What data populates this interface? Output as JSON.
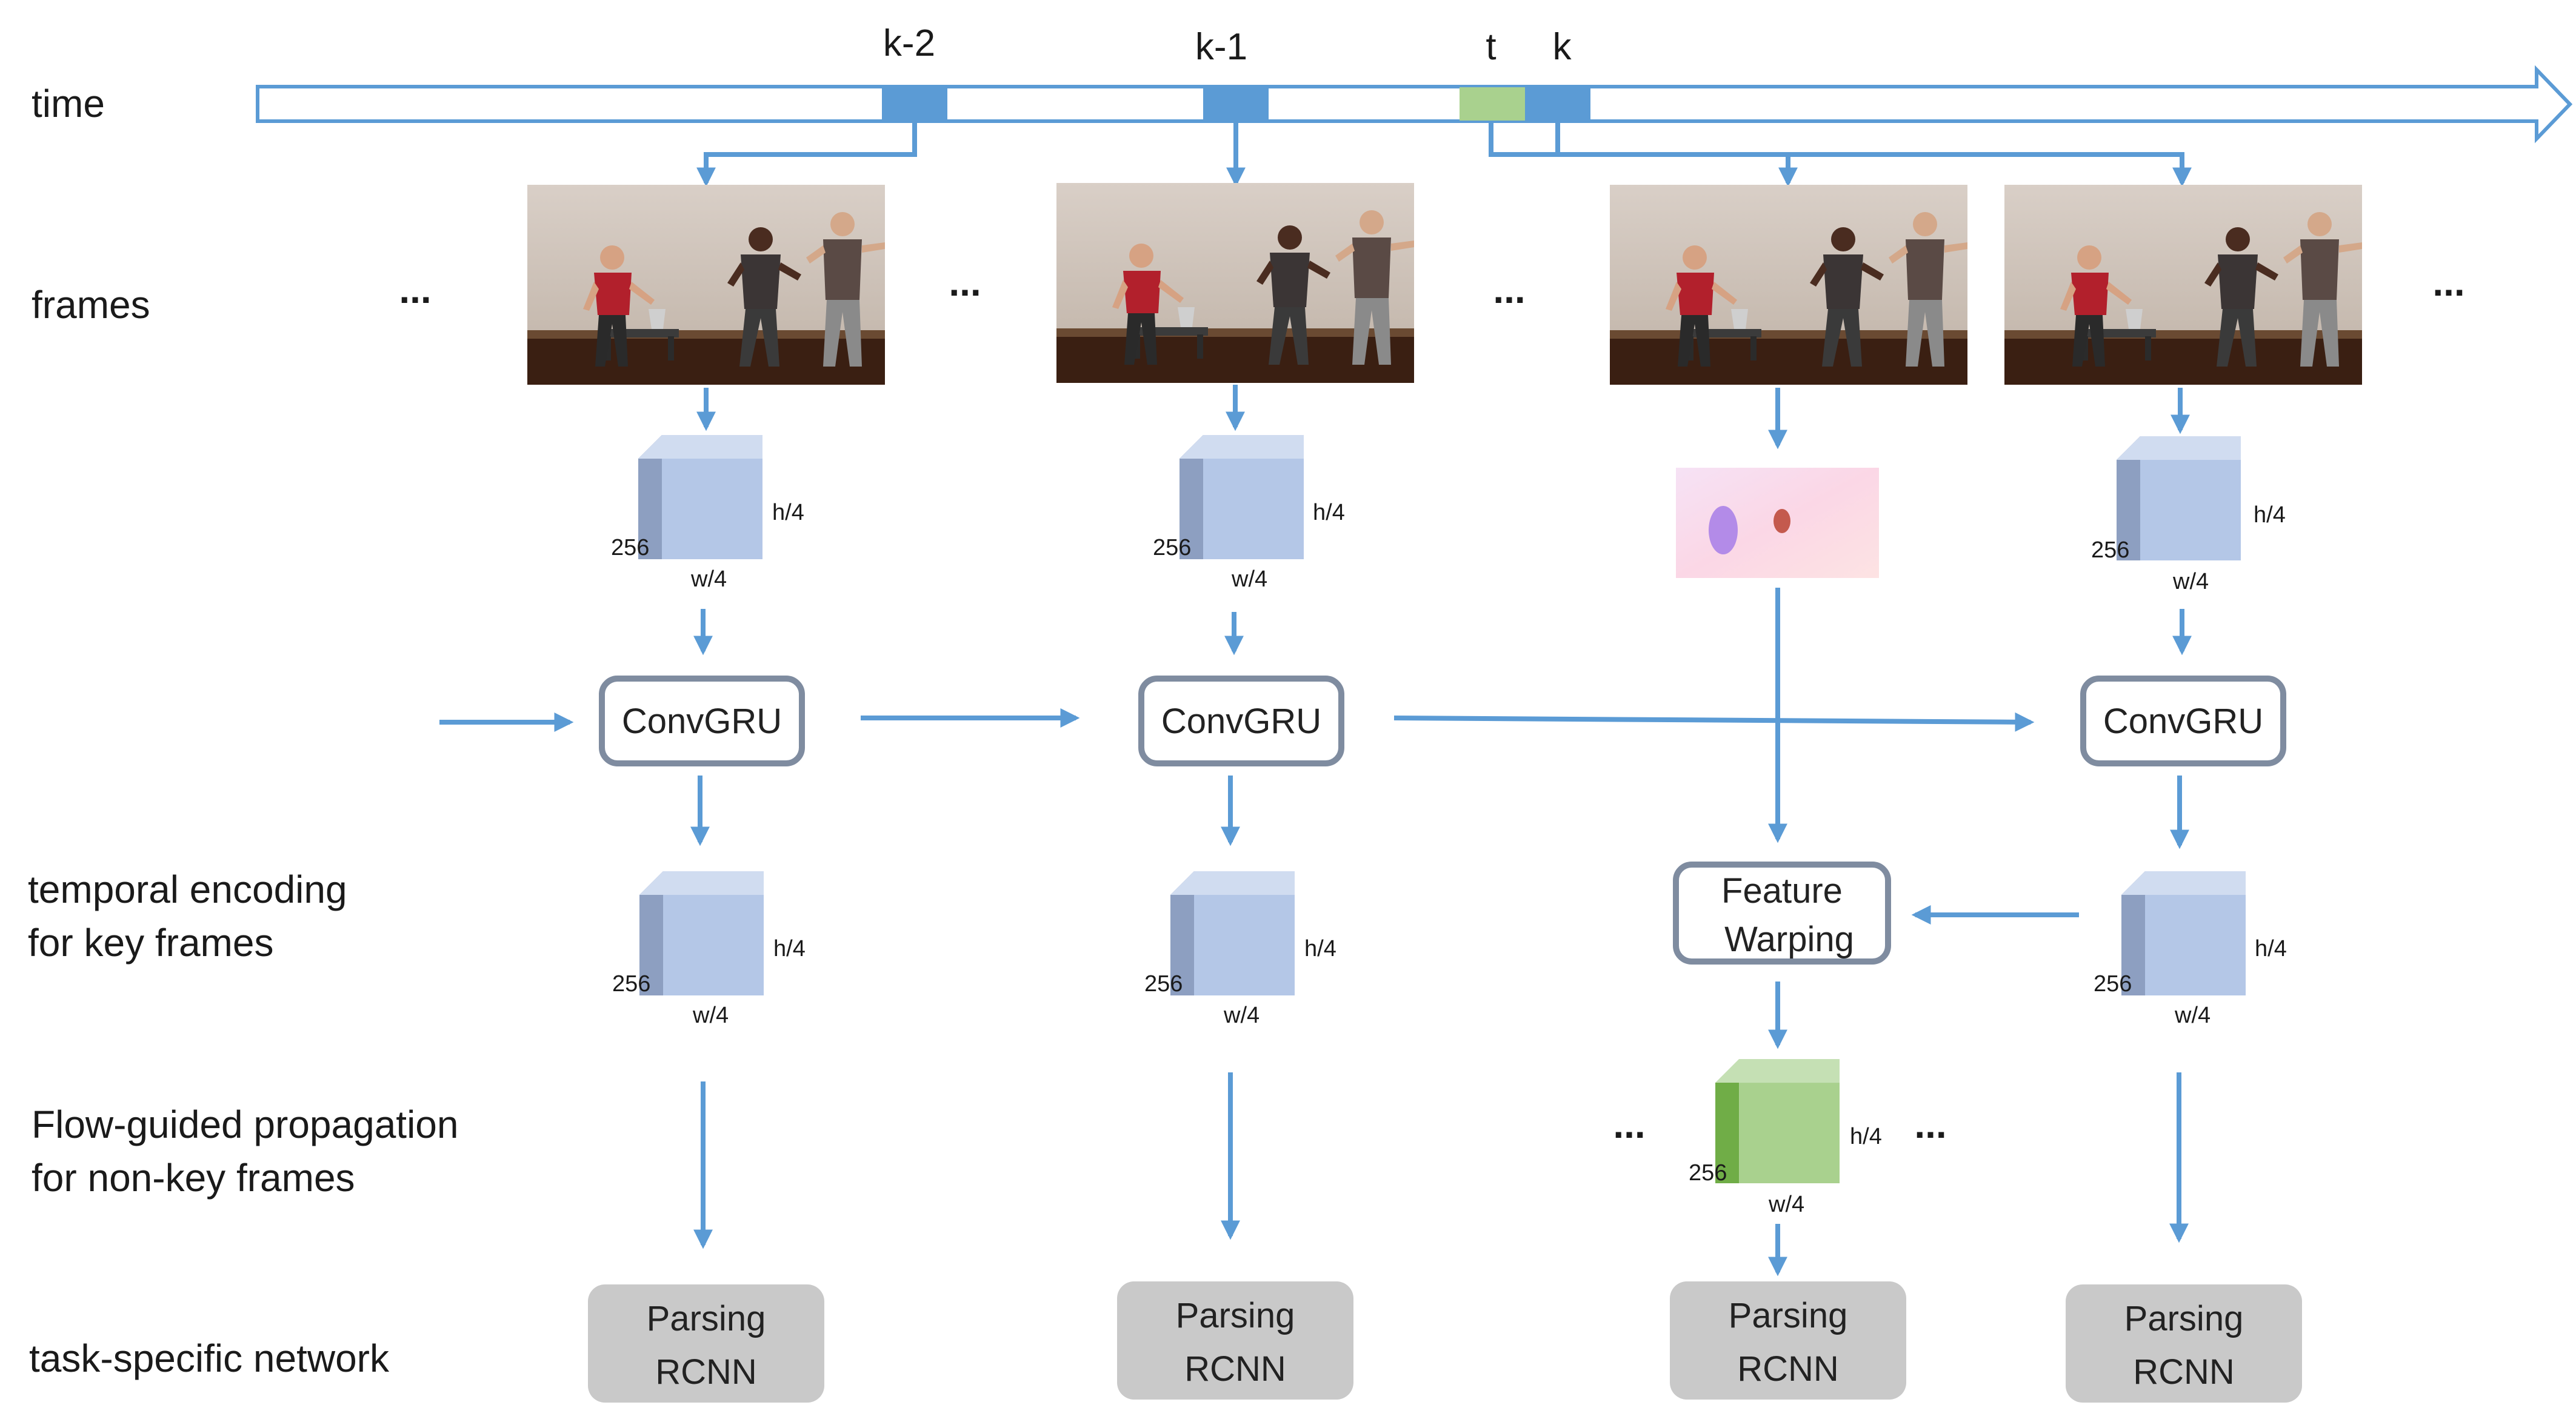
{
  "row_labels": {
    "time": "time",
    "frames": "frames",
    "temporal_line1": "temporal encoding",
    "temporal_line2": "for key frames",
    "flow_line1": "Flow-guided propagation",
    "flow_line2": "for non-key frames",
    "task": "task-specific network"
  },
  "timeline": {
    "labels": [
      "k-2",
      "k-1",
      "t",
      "k"
    ],
    "key_color": "#5b9bd5",
    "nonkey_color": "#a9d18e"
  },
  "ellipsis": "...",
  "modules": {
    "convgru": "ConvGRU",
    "feature_warping_line1": "Feature",
    "feature_warping_line2": "Warping",
    "parsing_line1": "Parsing",
    "parsing_line2": "RCNN"
  },
  "feature_dims": {
    "channels": "256",
    "height": "h/4",
    "width": "w/4"
  },
  "colors": {
    "arrow": "#5b9bd5",
    "key_feature_cube": "#b4c7e7",
    "nonkey_feature_cube": "#a9d18e",
    "module_border": "#7f8ca0",
    "parsing_fill": "#c9c9c9"
  }
}
